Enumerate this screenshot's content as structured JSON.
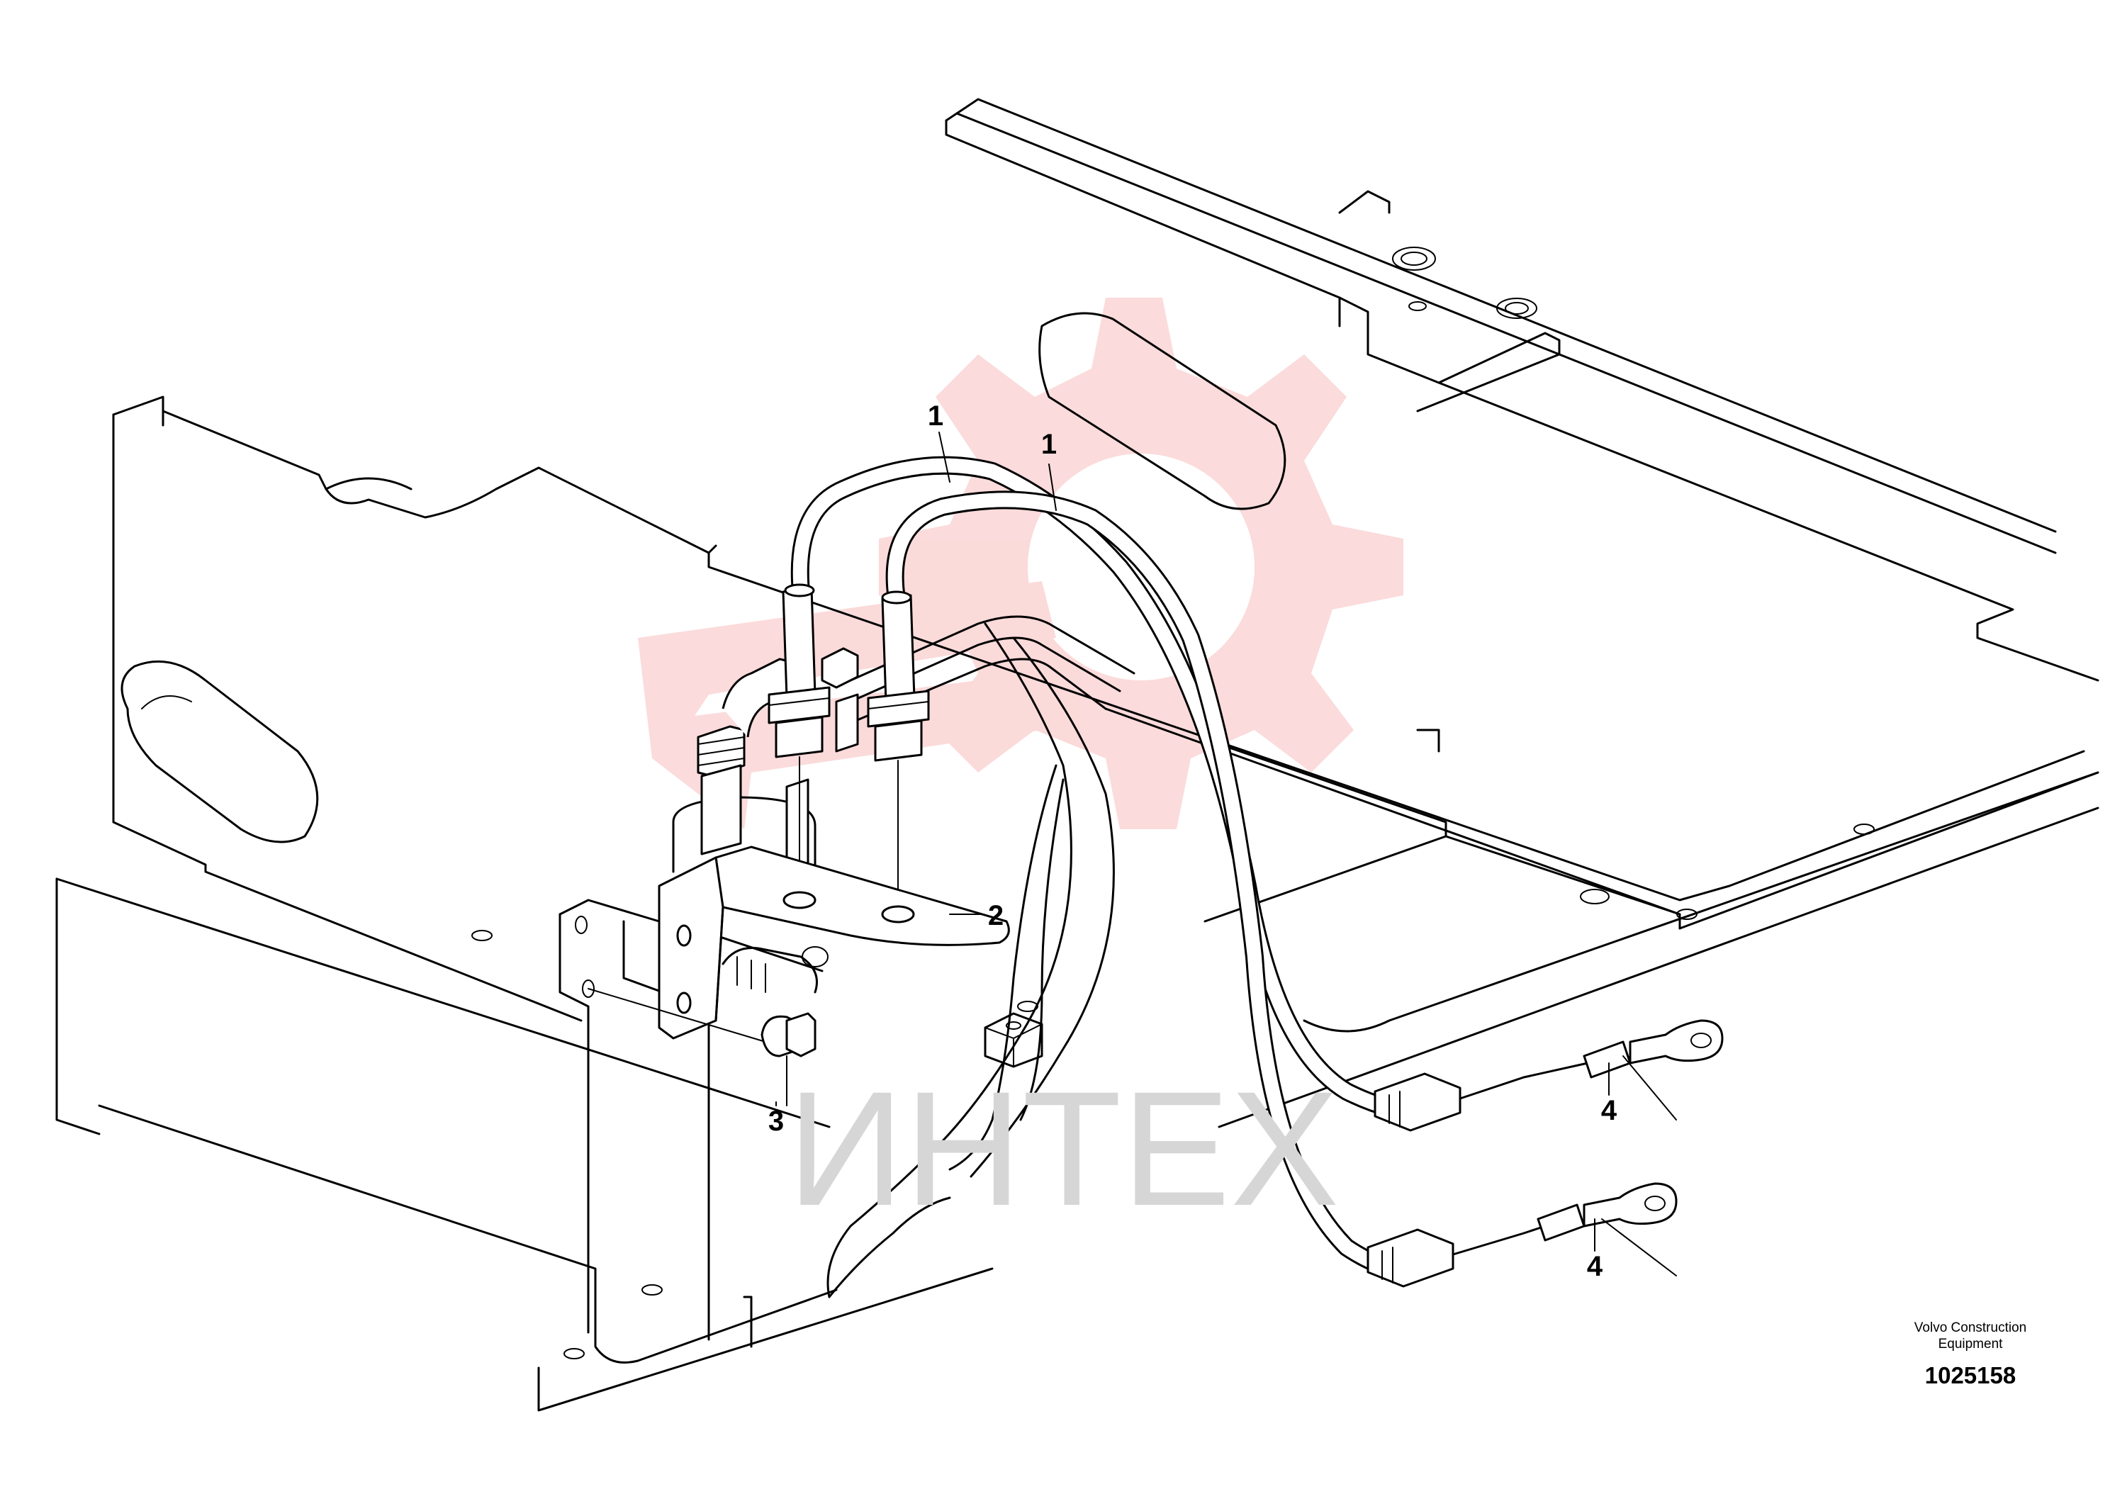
{
  "callouts": {
    "hose_left": "1",
    "hose_right": "1",
    "bracket": "2",
    "bolt": "3",
    "cable_upper": "4",
    "cable_lower": "4"
  },
  "watermark": {
    "text": "ИНТЕХ",
    "logo_color": "#ee5a5a",
    "text_color": "#d6d6d6"
  },
  "footer": {
    "manufacturer_line1": "Volvo Construction",
    "manufacturer_line2": "Equipment",
    "drawing_number": "1025158"
  }
}
